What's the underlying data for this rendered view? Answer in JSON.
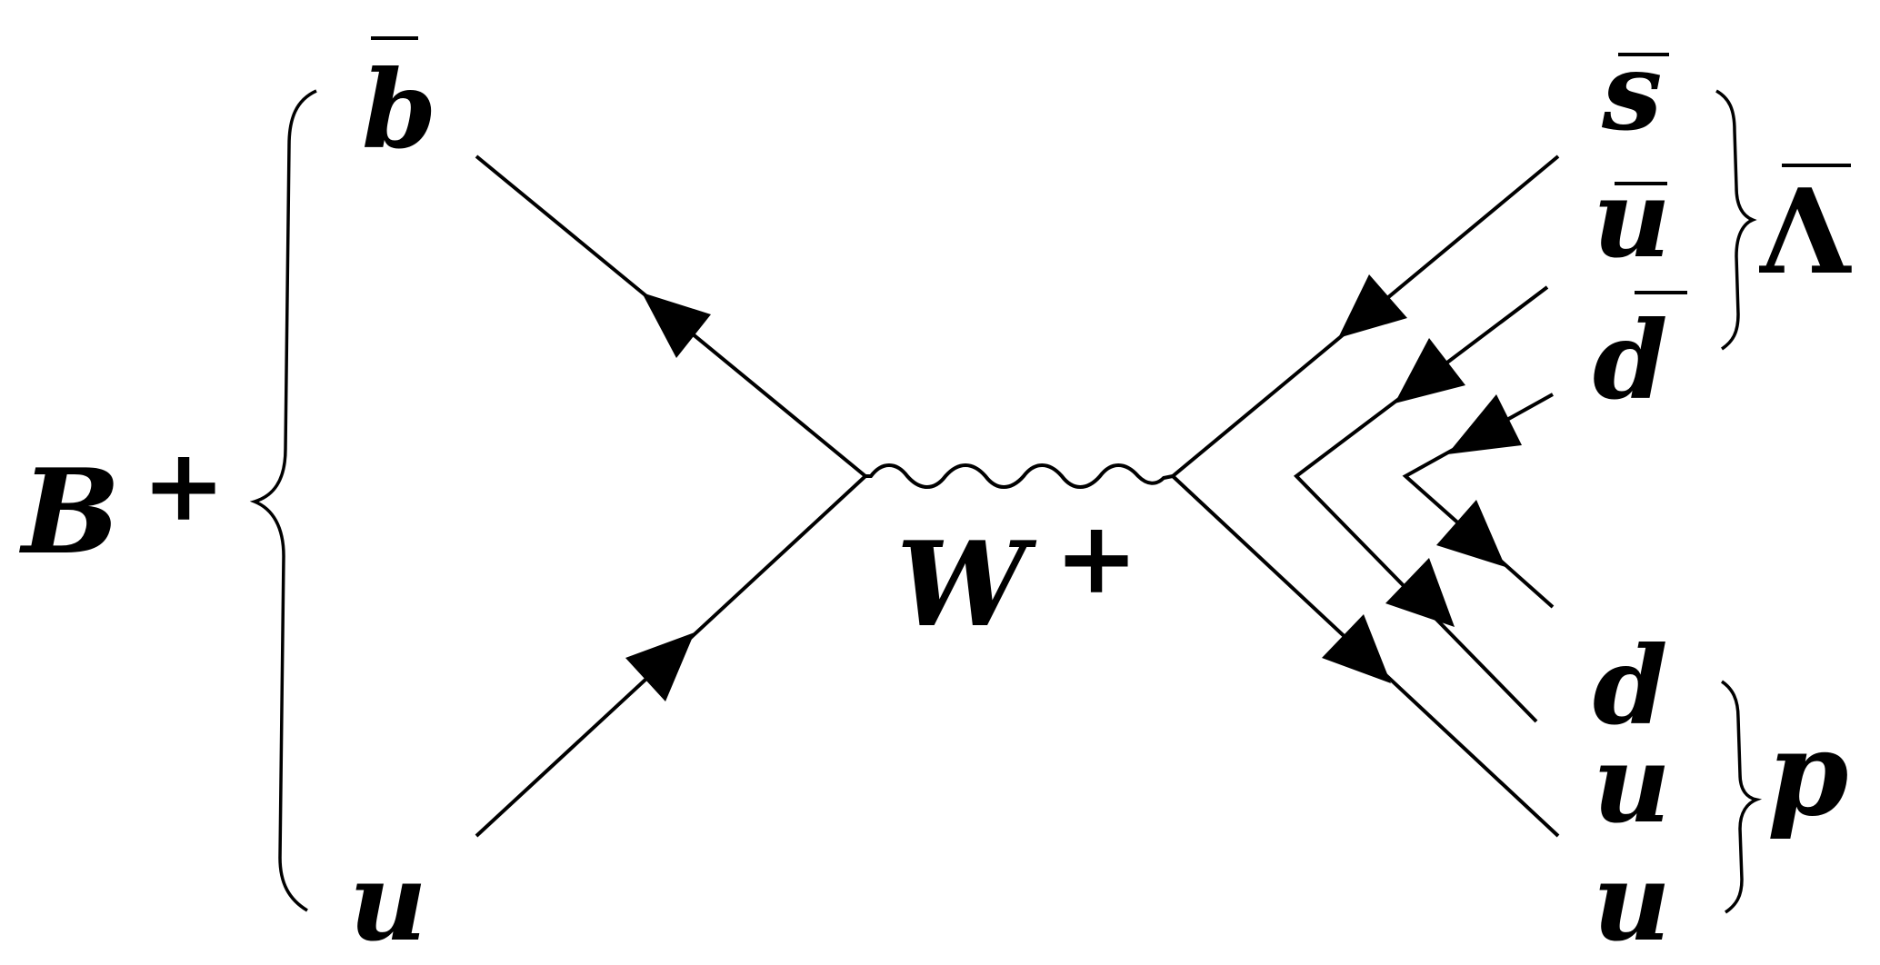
{
  "diagram": {
    "incoming": {
      "top_quark": "b",
      "bottom_quark": "u",
      "meson": "B",
      "meson_charge": "+"
    },
    "propagator": {
      "boson": "W",
      "boson_charge": "+"
    },
    "outgoing": {
      "quarks": [
        "s",
        "u",
        "d",
        "d",
        "u",
        "u"
      ],
      "antibaryon": "Λ",
      "baryon": "p"
    },
    "colors": {
      "ink": "#000000",
      "background": "#ffffff"
    }
  }
}
